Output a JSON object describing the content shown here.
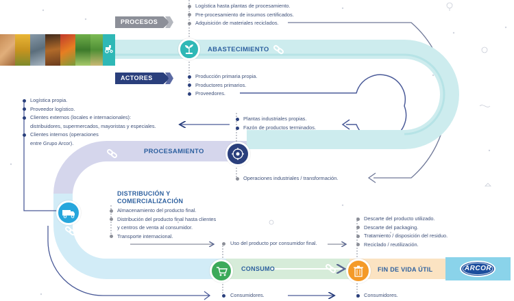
{
  "procesos_label": "PROCESOS",
  "actores_label": "ACTORES",
  "stages": {
    "abastecimiento": "ABASTECIMIENTO",
    "procesamiento": "PROCESAMIENTO",
    "distribucion_line1": "DISTRIBUCIÓN Y",
    "distribucion_line2": "COMERCIALIZACIÓN",
    "consumo": "CONSUMO",
    "fin_de_vida": "FIN DE VIDA ÚTIL"
  },
  "abastecimiento_procesos": [
    "Logística hasta plantas de procesamiento.",
    "Pre-procesamiento de insumos certificados.",
    "Adquisición de materiales reciclados."
  ],
  "abastecimiento_actores": [
    "Producción primaria propia.",
    "Productores primarios.",
    "Proveedores."
  ],
  "procesamiento_actores": [
    "Plantas industriales propias.",
    "Fazón de productos terminados."
  ],
  "procesamiento_procesos": [
    "Operaciones industriales / transformación."
  ],
  "distribucion_actores": [
    "Logística propia.",
    "Proveedor logístico.",
    "Clientes externos (locales e internacionales):",
    "distribuidores, supermercados, mayoristas y especiales.",
    "Clientes internos (operaciones",
    "entre Grupo Arcor)."
  ],
  "distribucion_procesos": [
    "Almacenamiento del producto final.",
    "Distribución del producto final hasta clientes",
    "y centros de venta al consumidor.",
    "Transporte internacional."
  ],
  "consumo_procesos": [
    "Uso del producto por consumidor final."
  ],
  "consumo_actores": [
    "Consumidores."
  ],
  "fin_procesos": [
    "Descarte del producto utilizado.",
    "Descarte del packaging.",
    "Tratamiento / disposición del residuo.",
    "Reciclado / reutilización."
  ],
  "fin_actores": [
    "Consumidores."
  ],
  "logo_text": "ARCOR",
  "colors": {
    "navy": "#2a3f7c",
    "teal_band": "#cdecee",
    "teal": "#2fb8b6",
    "lavender_band": "#d5d6ec",
    "lavender": "#8f93c9",
    "blue_band": "#d2ecf7",
    "blue": "#27a6dc",
    "green_band": "#d6ecd9",
    "green": "#3caa5a",
    "orange_band": "#fbe3c2",
    "orange": "#f49a28",
    "stage_text": "#2c5f9e",
    "gray_tag": "#8c8f98",
    "logo_blue": "#1c4e9e",
    "logo_bg": "#8ad3ea"
  },
  "icons": [
    "tractor-icon",
    "seedling-icon",
    "gear-network-icon",
    "truck-icon",
    "cart-icon",
    "trash-icon",
    "chain-link-icon",
    "lightbulb-icon"
  ]
}
